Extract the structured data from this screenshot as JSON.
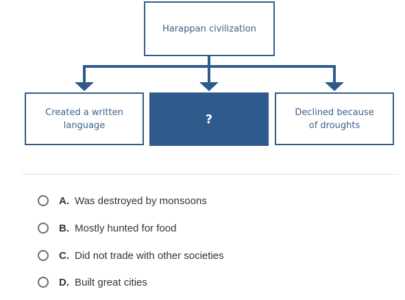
{
  "diagram": {
    "top": "Harappan civilization",
    "left": "Created a written language",
    "middle": "?",
    "right": "Declined because of droughts"
  },
  "choices": [
    {
      "letter": "A.",
      "text": "Was destroyed by monsoons"
    },
    {
      "letter": "B.",
      "text": "Mostly hunted for food"
    },
    {
      "letter": "C.",
      "text": "Did not trade with other societies"
    },
    {
      "letter": "D.",
      "text": "Built great cities"
    }
  ],
  "colors": {
    "diagram_blue": "#2f5a8c",
    "box_text": "#3b5f8a",
    "choice_text": "#333333",
    "radio_border": "#6b6b6b"
  }
}
